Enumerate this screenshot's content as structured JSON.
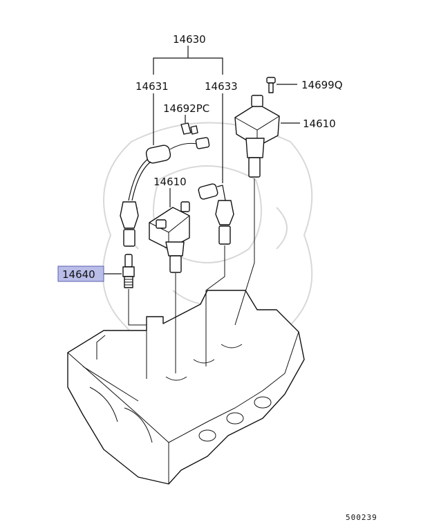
{
  "diagram": {
    "labels": {
      "set": "14630",
      "cable_left": "14631",
      "cable_right": "14633",
      "bolt": "14699Q",
      "clip": "14692PC",
      "coil_right": "14610",
      "coil_center": "14610",
      "spark_plug": "14640"
    },
    "highlight_color": "#b9bde8",
    "diagram_code": "500239"
  }
}
